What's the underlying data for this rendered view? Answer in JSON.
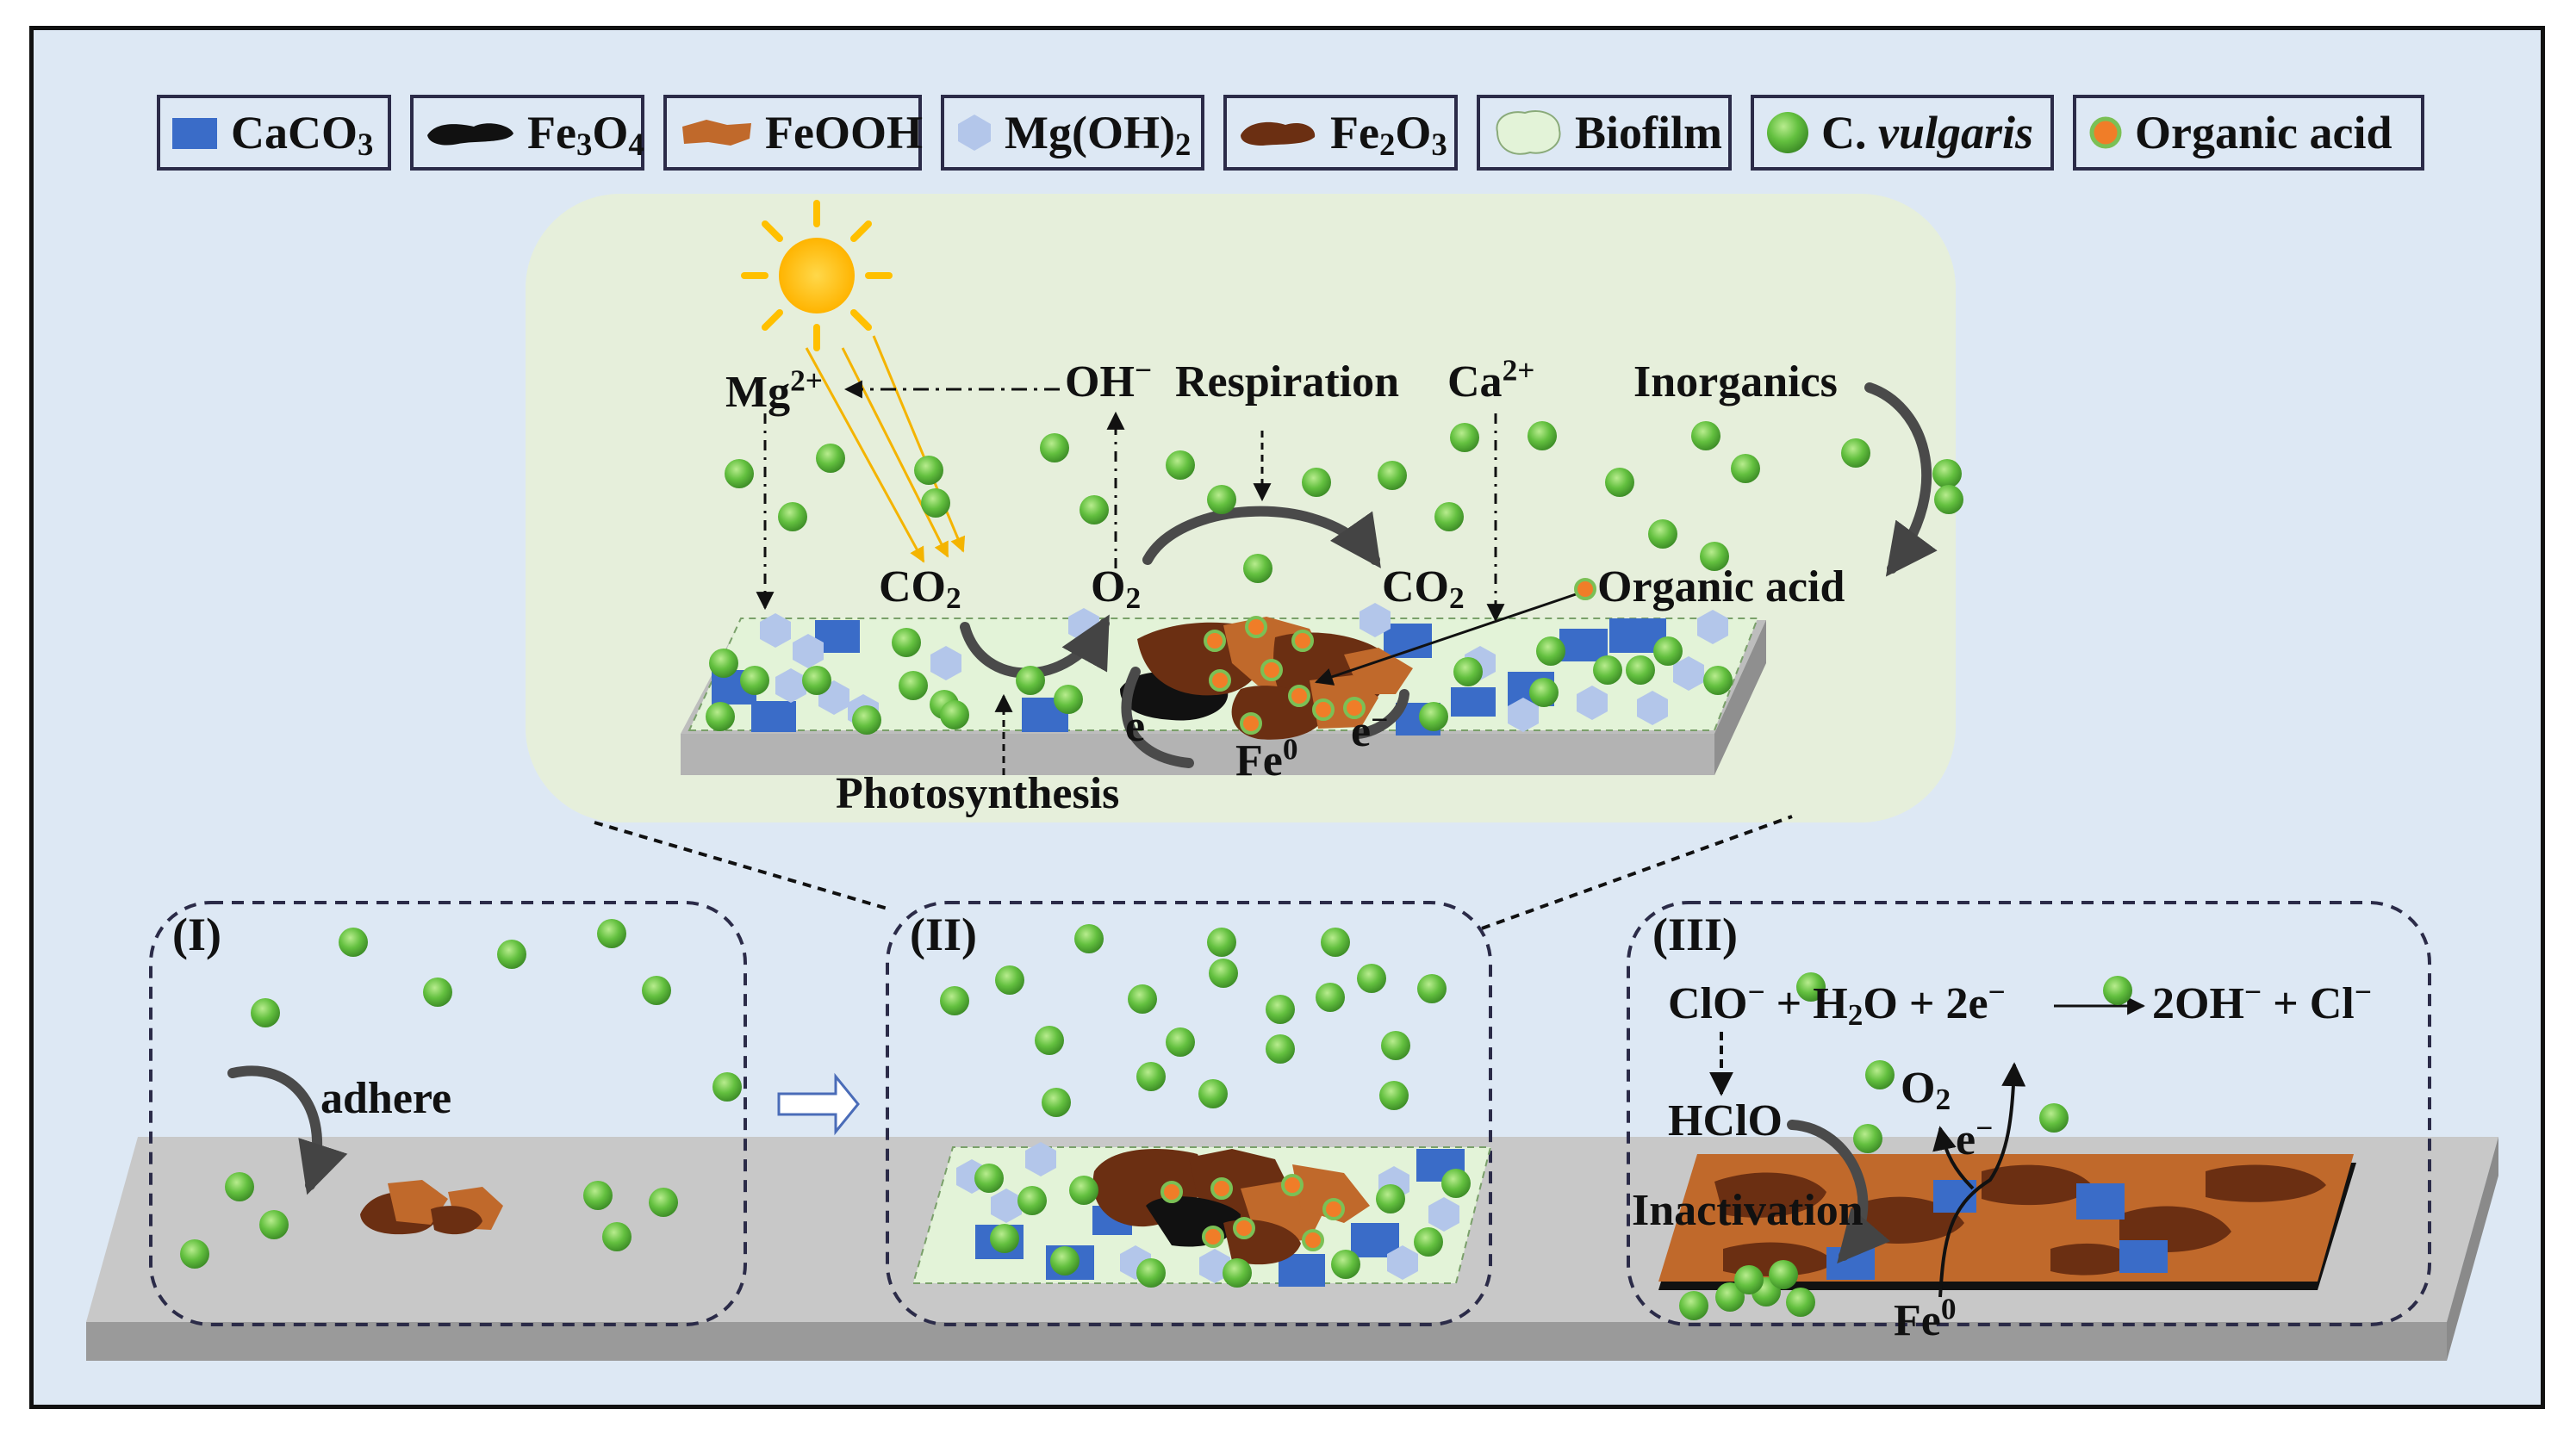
{
  "legend": {
    "caco3": "CaCO",
    "fe3o4": "Fe",
    "feooh": "FeOOH",
    "mgoh2": "Mg(OH)",
    "fe2o3": "Fe",
    "biofilm": "Biofilm",
    "cvulgaris": "vulgaris",
    "cvulgaris_prefix": "C.",
    "organic_acid": "Organic acid"
  },
  "sub3": "3",
  "sub4": "4",
  "sub2": "2",
  "sub2b": "2",
  "sub3b": "3",
  "fe_o": "O",
  "zoom": {
    "mg": "Mg",
    "mg_charge": "2+",
    "oh": "OH",
    "oh_charge": "−",
    "respiration": "Respiration",
    "ca": "Ca",
    "ca_charge": "2+",
    "inorganics": "Inorganics",
    "co2_left": "CO",
    "co2_left_sub": "2",
    "o2": "O",
    "o2_sub": "2",
    "co2_right": "CO",
    "co2_right_sub": "2",
    "organic_acid": "Organic acid",
    "electron_left": "e",
    "electron_left_charge": "−",
    "electron_right": "e",
    "electron_right_charge": "−",
    "fe0": "Fe",
    "fe0_sup": "0",
    "photosynthesis": "Photosynthesis"
  },
  "stage1": {
    "label": "(I)",
    "adhere": "adhere"
  },
  "stage2": {
    "label": "(II)"
  },
  "stage3": {
    "label": "(III)",
    "eq_clo": "ClO",
    "eq_minus1": "−",
    "eq_plus_h2o": "+ H",
    "eq_h2o_sub": "2",
    "eq_o_plus": "O + 2e",
    "eq_e_charge": "−",
    "eq_products": "2OH",
    "eq_minus2": "−",
    "eq_plus_cl": "+ Cl",
    "eq_minus3": "−",
    "hclo": "HClO",
    "o2": "O",
    "o2_sub": "2",
    "electron": "e",
    "electron_charge": "−",
    "inactivation": "Inactivation",
    "fe0": "Fe",
    "fe0_sup": "0"
  },
  "colors": {
    "background": "#dde8f4",
    "zoom_panel": "#e6efdb",
    "biofilm": "#e3f3d8",
    "caco3": "#3a6cc8",
    "mgoh2": "#b3c6ea",
    "feooh": "#c0692b",
    "fe2o3": "#6b2f12",
    "fe3o4": "#111111",
    "microalgae": "#5cb83e",
    "organic_acid": "#f07d28",
    "sun": "#ffc000",
    "light_ray": "#f4b400",
    "substrate": "#c8c8c8"
  }
}
